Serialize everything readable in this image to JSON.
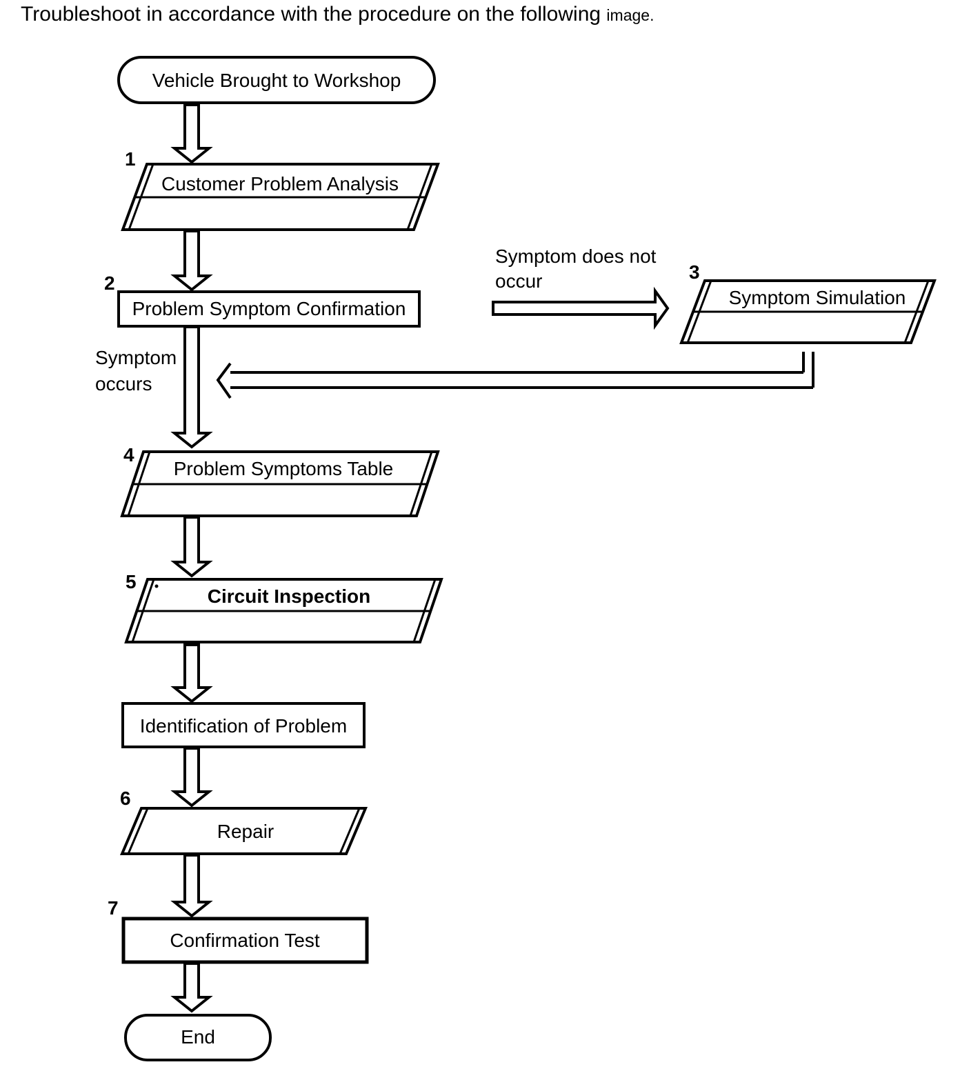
{
  "title": {
    "text": "Troubleshoot in accordance with the procedure on the following",
    "suffix": "image."
  },
  "flowchart": {
    "start": "Vehicle Brought to Workshop",
    "end": "End",
    "steps": [
      {
        "num": "1",
        "label": "Customer Problem Analysis"
      },
      {
        "num": "2",
        "label": "Problem Symptom Confirmation"
      },
      {
        "num": "3",
        "label": "Symptom Simulation"
      },
      {
        "num": "4",
        "label": "Problem Symptoms Table"
      },
      {
        "num": "5",
        "label": "Circuit Inspection"
      },
      {
        "num": "6",
        "label": "Repair"
      },
      {
        "num": "7",
        "label": "Confirmation Test"
      }
    ],
    "unnumbered_step": "Identification of Problem",
    "annotations": {
      "symptom_not_occur": [
        "Symptom does not",
        "occur"
      ],
      "symptom_occurs": [
        "Symptom",
        "occurs"
      ]
    }
  },
  "colors": {
    "ink": "#000000",
    "background": "#ffffff"
  }
}
